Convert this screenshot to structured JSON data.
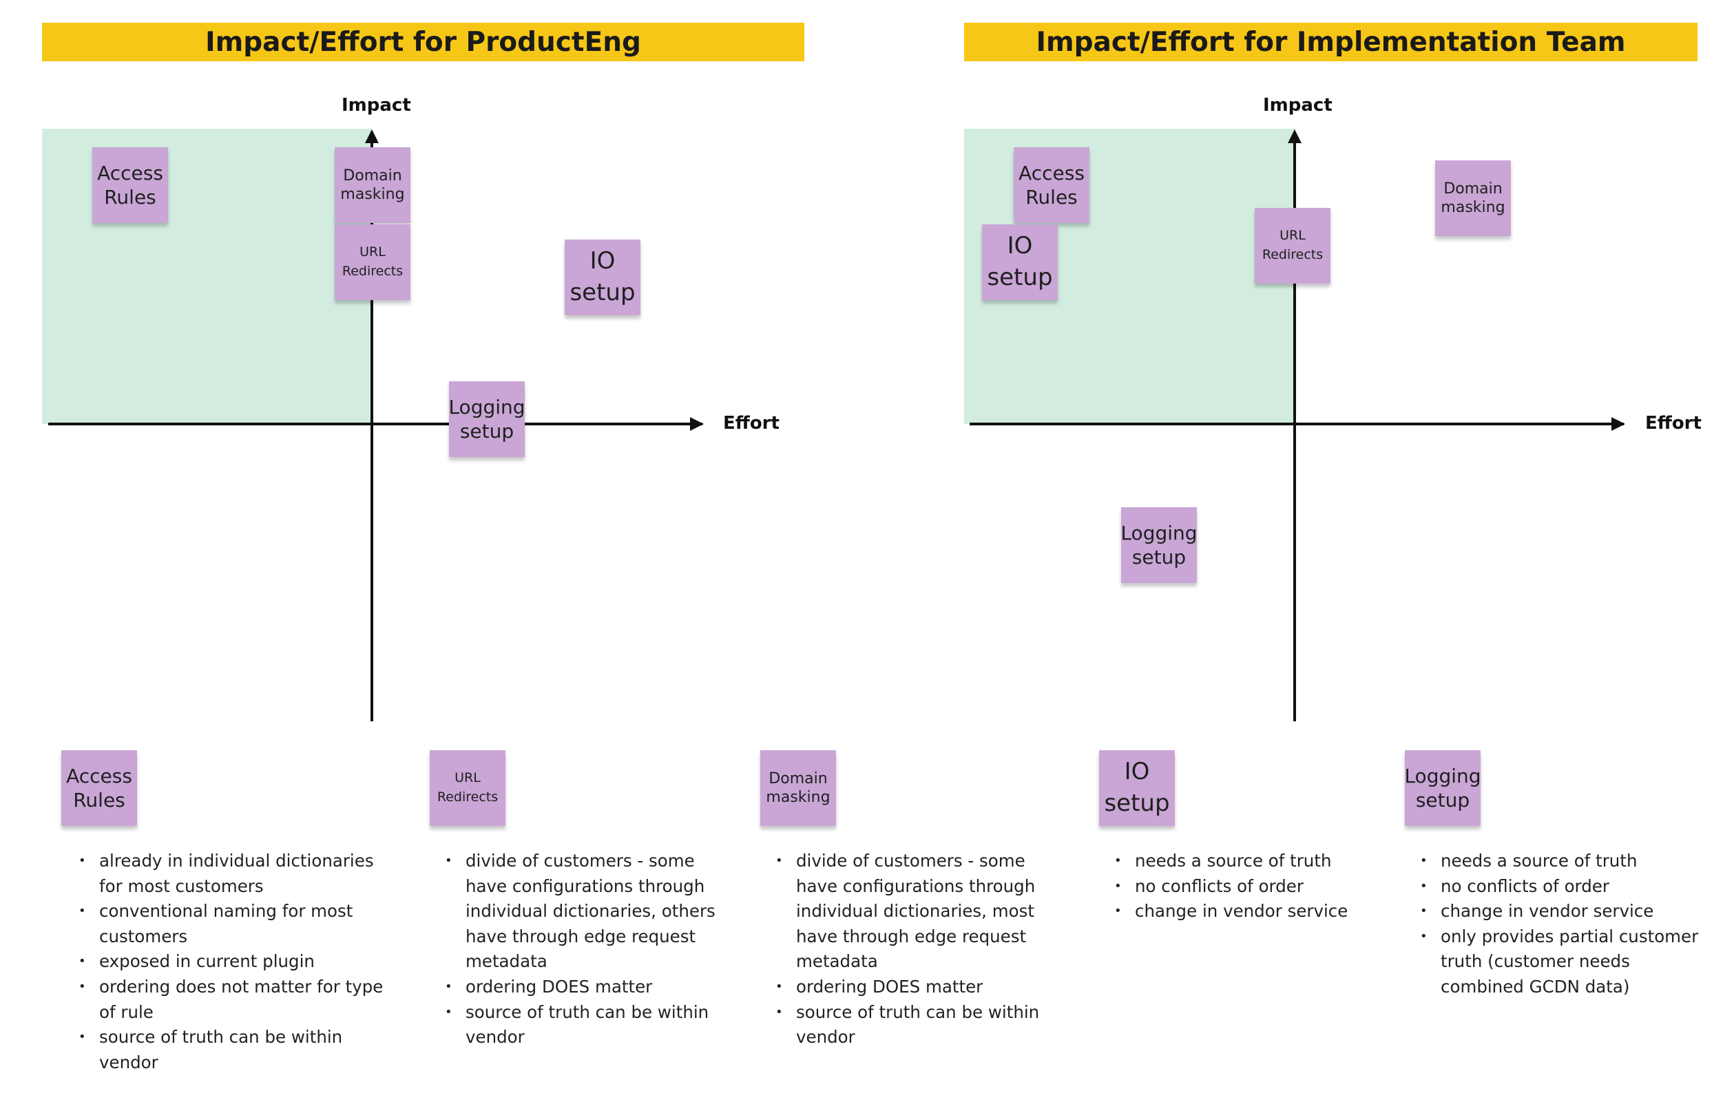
{
  "left_chart": {
    "title": "Impact/Effort for ProductEng",
    "y_axis_label": "Impact",
    "x_axis_label": "Effort",
    "stickies": {
      "access_rules": "Access Rules",
      "domain_masking": "Domain masking",
      "url_redirects": "URL Redirects",
      "io_setup": "IO setup",
      "logging_setup": "Logging setup"
    }
  },
  "right_chart": {
    "title": "Impact/Effort for Implementation Team",
    "y_axis_label": "Impact",
    "x_axis_label": "Effort",
    "stickies": {
      "access_rules": "Access Rules",
      "io_setup": "IO setup",
      "url_redirects": "URL Redirects",
      "domain_masking": "Domain masking",
      "logging_setup": "Logging setup"
    }
  },
  "notes": [
    {
      "sticky": "Access Rules",
      "items": [
        "already in individual dictionaries for most customers",
        "conventional naming for most customers",
        "exposed in current plugin",
        "ordering does not matter for type of rule",
        "source of truth can be within vendor"
      ]
    },
    {
      "sticky": "URL Redirects",
      "items": [
        "divide of customers - some have configurations through individual dictionaries, others have through edge request metadata",
        "ordering DOES matter",
        "source of truth can be within vendor"
      ]
    },
    {
      "sticky": "Domain masking",
      "items": [
        "divide of customers - some have configurations through individual dictionaries, most have through edge request metadata",
        "ordering DOES matter",
        "source of truth can be within vendor"
      ]
    },
    {
      "sticky": "IO setup",
      "items": [
        "needs a source of truth",
        "no conflicts of order",
        "change in vendor service"
      ]
    },
    {
      "sticky": "Logging setup",
      "items": [
        "needs a source of truth",
        "no conflicts of order",
        "change in vendor service",
        "only provides partial customer truth (customer needs combined GCDN data)"
      ]
    }
  ],
  "colors": {
    "title_bar": "#f7c717",
    "quadrant": "#d2ede0",
    "sticky": "#c9a6d6",
    "axis": "#111111"
  }
}
